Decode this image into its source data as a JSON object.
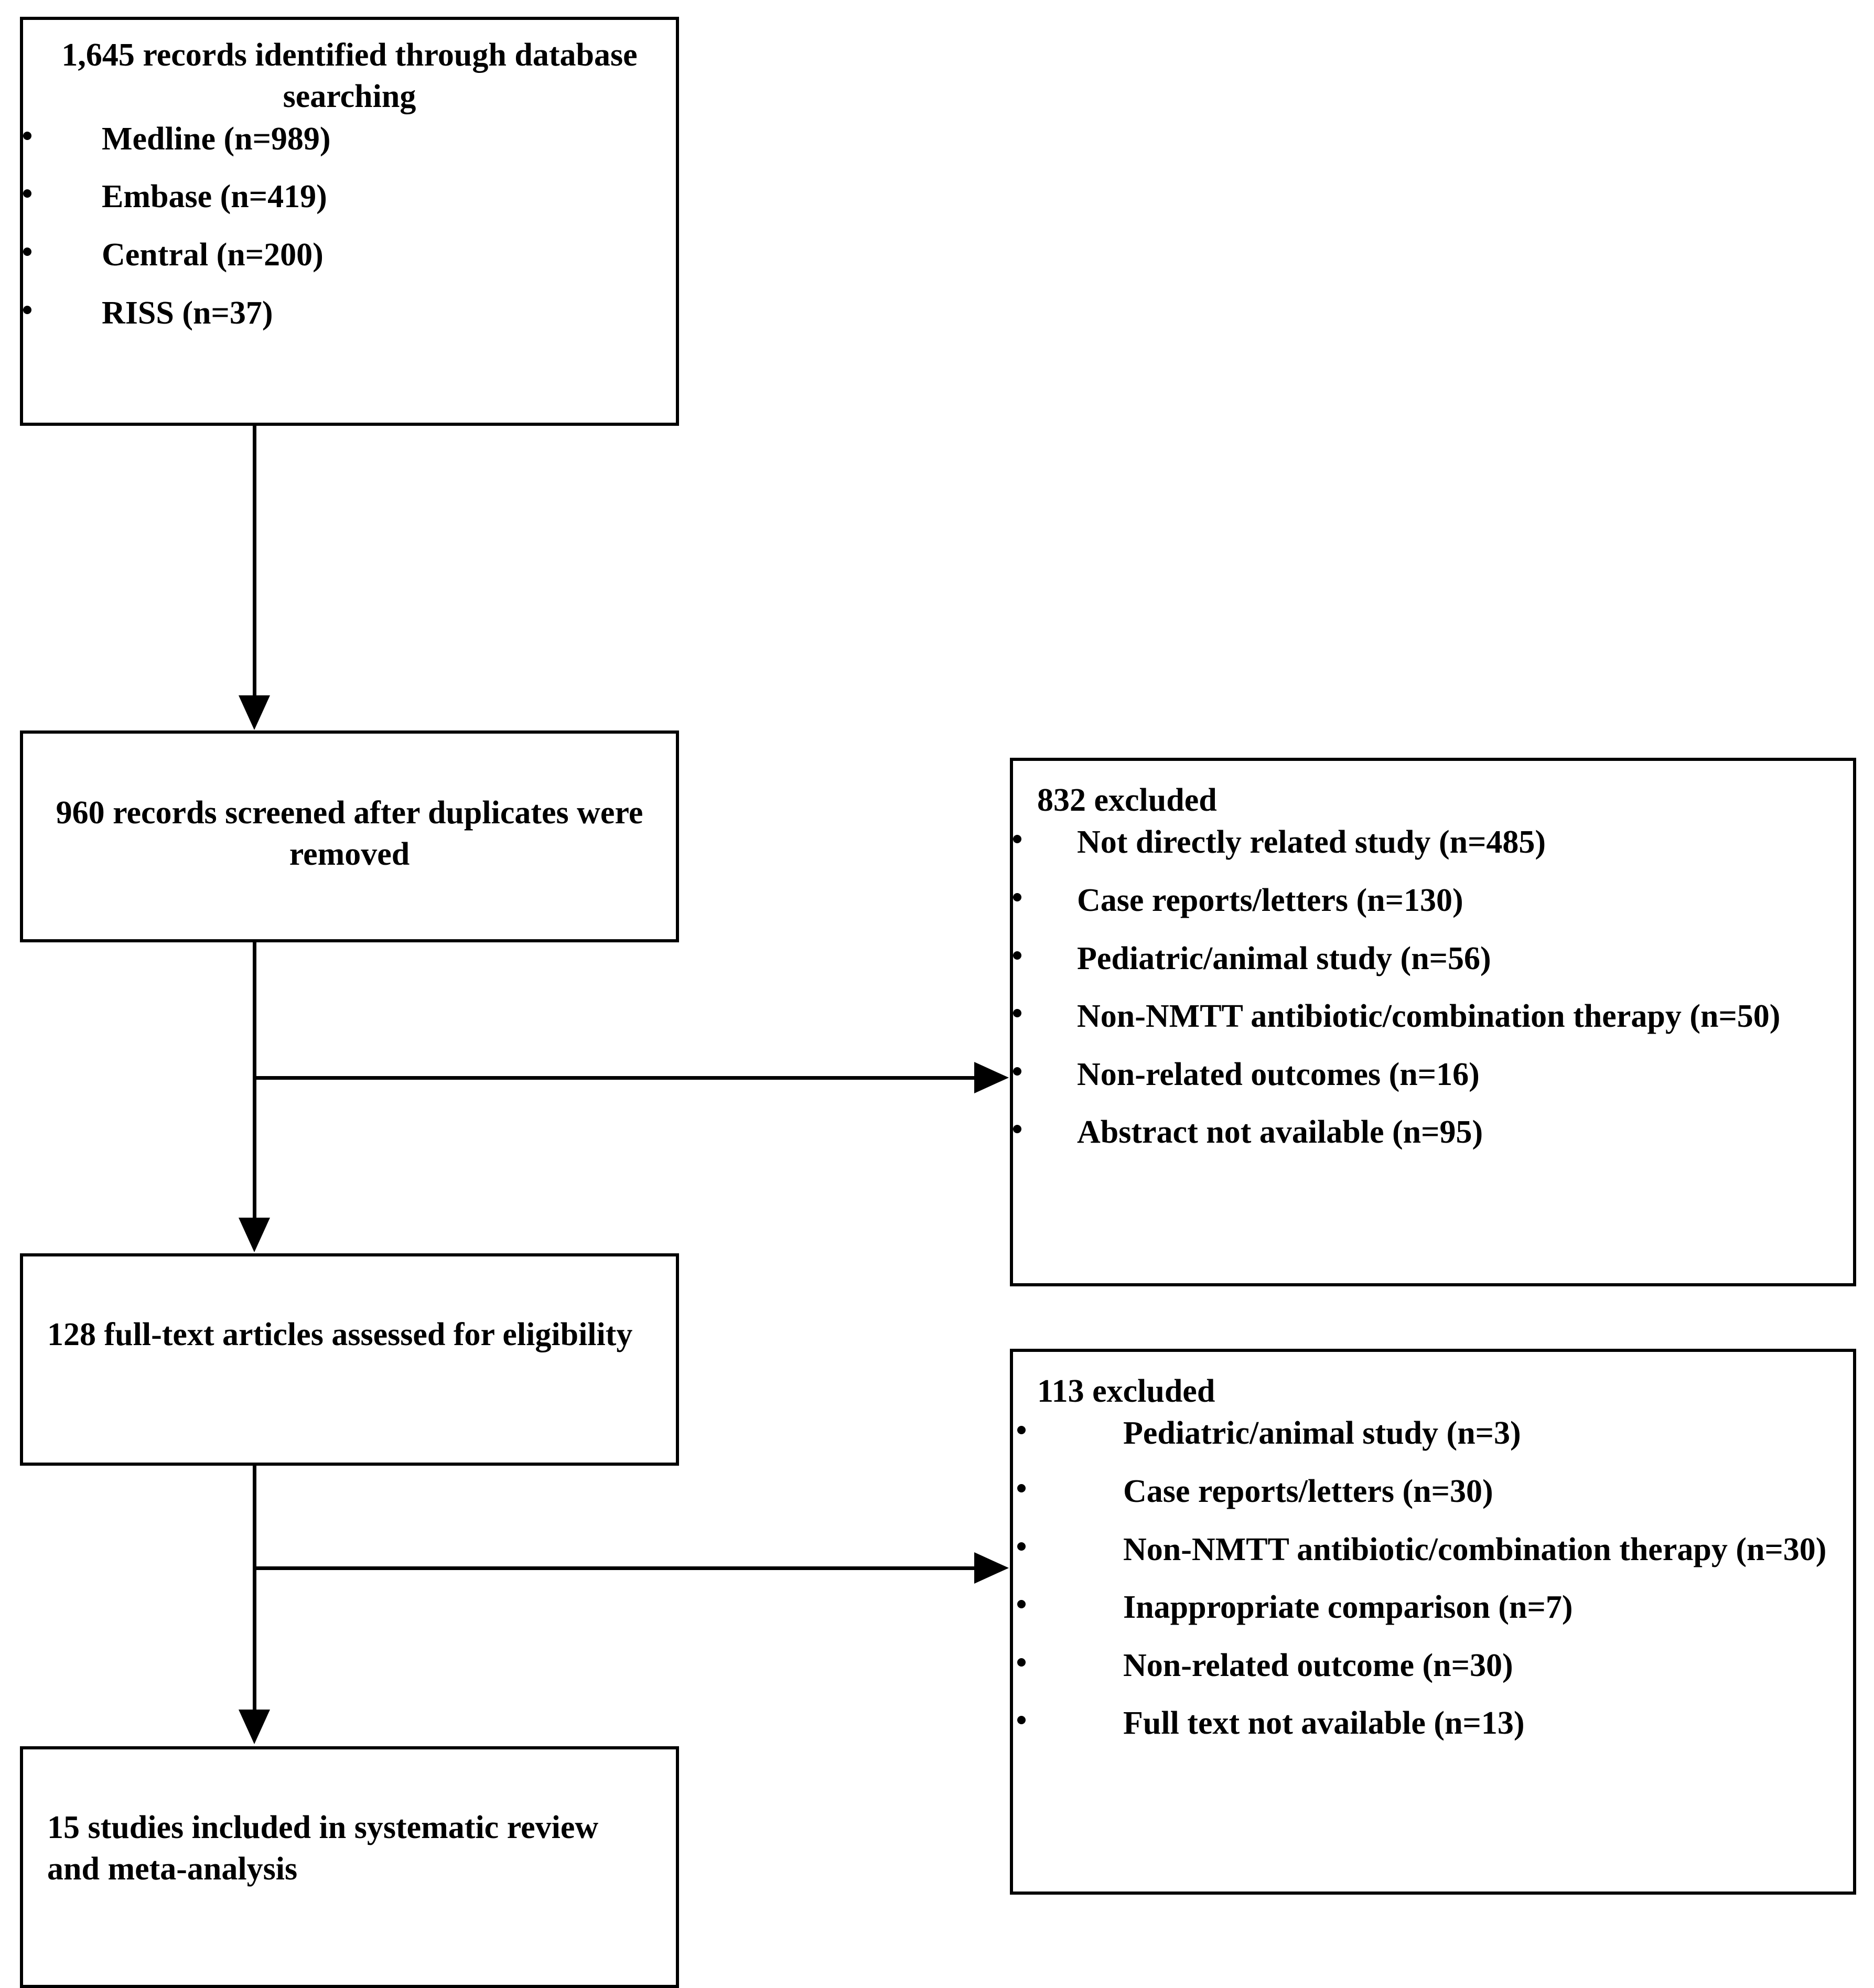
{
  "diagram": {
    "type": "prisma-flow-diagram",
    "identification_box": {
      "title": "1,645 records identified through database searching",
      "sources": [
        "Medline (n=989)",
        "Embase (n=419)",
        "Central (n=200)",
        "RISS (n=37)"
      ]
    },
    "screening_box": {
      "title": "960 records screened after duplicates were removed"
    },
    "eligibility_box": {
      "title": "128 full-text articles assessed for eligibility"
    },
    "included_box": {
      "title": "15 studies included in systematic review and meta-analysis"
    },
    "excluded_screening": {
      "title": "832 excluded",
      "reasons": [
        "Not directly related study (n=485)",
        "Case reports/letters (n=130)",
        "Pediatric/animal study (n=56)",
        "Non-NMTT antibiotic/combination therapy (n=50)",
        "Non-related outcomes (n=16)",
        "Abstract not available (n=95)"
      ]
    },
    "excluded_eligibility": {
      "title": "113 excluded",
      "reasons": [
        "Pediatric/animal study (n=3)",
        "Case reports/letters (n=30)",
        "Non-NMTT antibiotic/combination therapy (n=30)",
        "Inappropriate comparison (n=7)",
        "Non-related outcome (n=30)",
        "Full text not available (n=13)"
      ]
    },
    "colors": {
      "line": "#000000",
      "text": "#000000",
      "background": "#ffffff"
    }
  }
}
